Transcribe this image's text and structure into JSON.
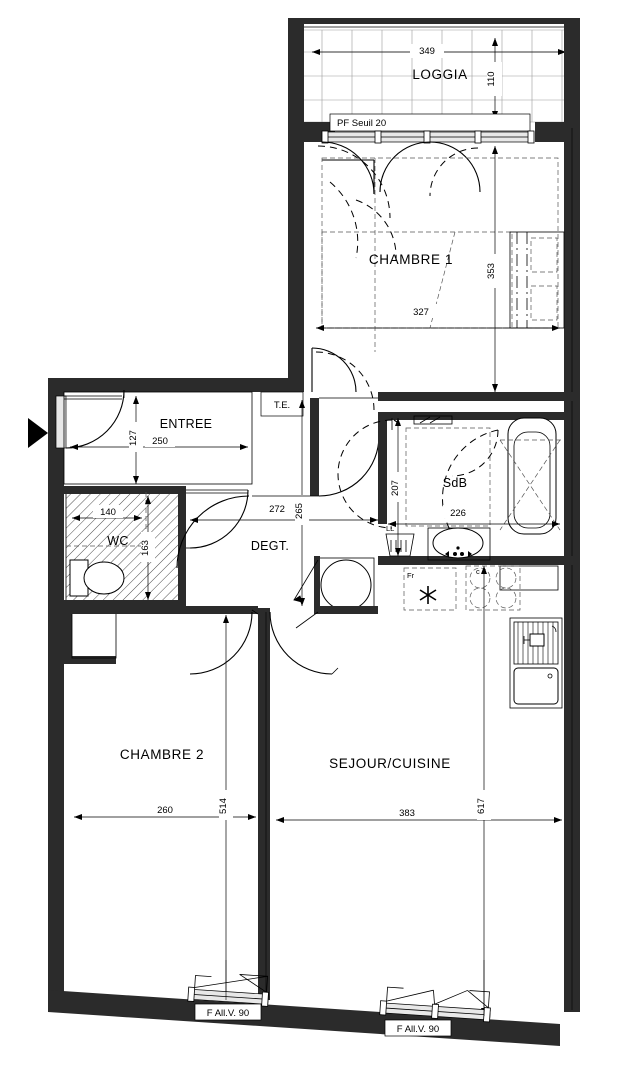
{
  "plan": {
    "type": "architectural-floor-plan",
    "language": "fr",
    "rooms": [
      {
        "id": "loggia",
        "label": "LOGGIA",
        "width": "349",
        "height": "110"
      },
      {
        "id": "chambre1",
        "label": "CHAMBRE 1",
        "width": "327",
        "height": "353"
      },
      {
        "id": "entree",
        "label": "ENTREE",
        "width": "250",
        "height": "127"
      },
      {
        "id": "te",
        "label": "T.E.",
        "width": "",
        "height": ""
      },
      {
        "id": "wc",
        "label": "WC",
        "width": "140",
        "height": "163"
      },
      {
        "id": "degt",
        "label": "DEGT.",
        "width": "272",
        "height": "265"
      },
      {
        "id": "sdb",
        "label": "SdB",
        "width": "226",
        "height": "207"
      },
      {
        "id": "chambre2",
        "label": "CHAMBRE  2",
        "width": "260",
        "height": "514"
      },
      {
        "id": "sejour",
        "label": "SEJOUR/CUISINE",
        "width": "383",
        "height": "617"
      }
    ],
    "dimensions": {
      "loggia_w": "349",
      "loggia_h": "110",
      "chambre1_w": "327",
      "chambre1_h": "353",
      "entree_w": "250",
      "entree_h": "127",
      "wc_w": "140",
      "wc_h": "163",
      "degt_w": "272",
      "degt_h": "265",
      "sdb_w": "226",
      "sdb_h": "207",
      "chambre2_w": "260",
      "chambre2_h": "514",
      "sejour_w": "383",
      "sejour_h": "617"
    },
    "tags": {
      "pf_seuil": "PF Seuil 20",
      "window_left": "F All.V. 90",
      "window_right": "F All.V. 90",
      "washer": "LL",
      "fridge": "Fr"
    },
    "fixtures": [
      {
        "name": "bathtub",
        "room": "sdb"
      },
      {
        "name": "washbasin",
        "room": "sdb"
      },
      {
        "name": "washing-machine",
        "room": "sdb",
        "label": "LL"
      },
      {
        "name": "toilet",
        "room": "wc"
      },
      {
        "name": "refrigerator",
        "room": "sejour",
        "label": "Fr"
      },
      {
        "name": "cooktop",
        "room": "sejour"
      },
      {
        "name": "kitchen-sink",
        "room": "sejour"
      },
      {
        "name": "wardrobe",
        "room": "chambre1"
      },
      {
        "name": "round-cabinet",
        "room": "degt"
      }
    ],
    "colors": {
      "wall": "#2b2b2b",
      "line": "#000000",
      "grid": "#9a9a9a",
      "background": "#ffffff"
    }
  }
}
